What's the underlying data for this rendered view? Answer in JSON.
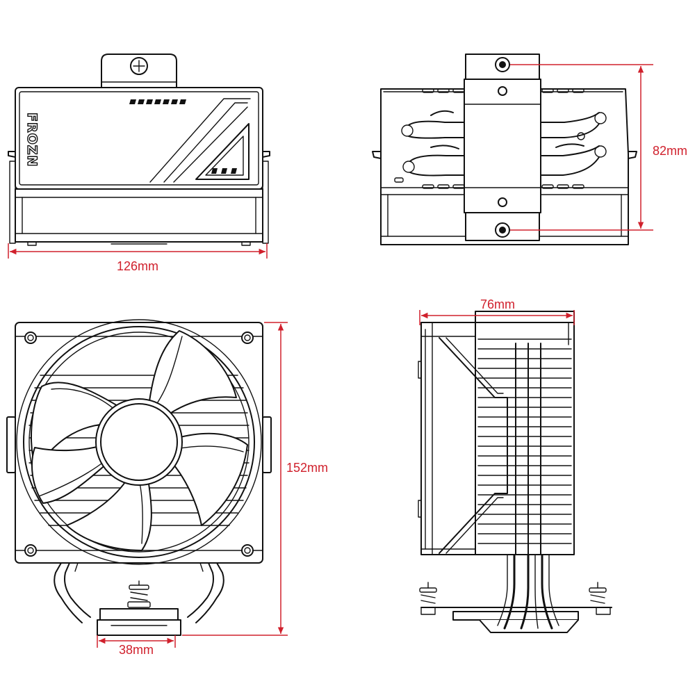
{
  "brand": {
    "logo_text": "FROZN"
  },
  "dimensions": {
    "width": "126mm",
    "depth": "82mm",
    "height": "152mm",
    "fan_depth": "76mm",
    "base": "38mm"
  },
  "colors": {
    "dimension": "#d0202c",
    "line": "#111111",
    "background": "#ffffff"
  }
}
